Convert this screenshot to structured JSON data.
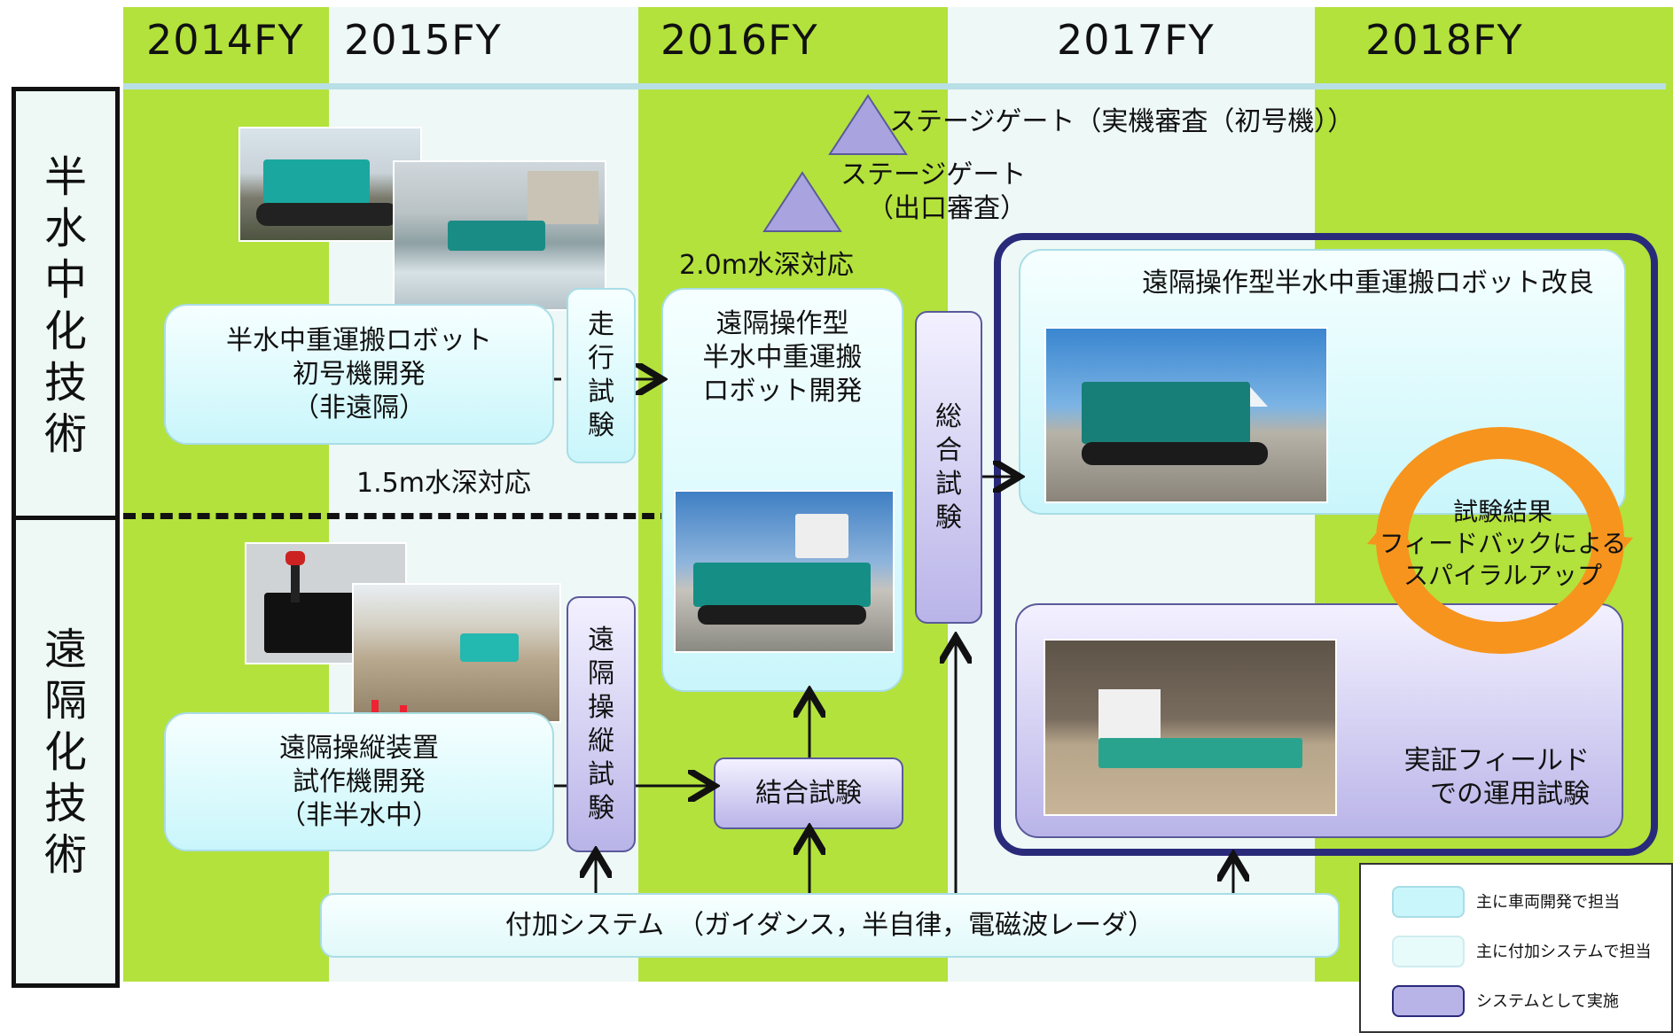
{
  "years": [
    "2014FY",
    "2015FY",
    "2016FY",
    "2017FY",
    "2018FY"
  ],
  "rows": {
    "top": "半水中化技術",
    "bottom": "遠隔化技術"
  },
  "milestones": {
    "stage_gate_1": "ステージゲート（実機審査（初号機））",
    "stage_gate_2_line1": "ステージゲート",
    "stage_gate_2_line2": "（出口審査）",
    "depth_20": "2.0m水深対応",
    "depth_15": "1.5m水深対応"
  },
  "boxes": {
    "robot_first": [
      "半水中重運搬ロボット",
      "初号機開発",
      "（非遠隔）"
    ],
    "travel_test": "走行試験",
    "remote_robot": [
      "遠隔操作型",
      "半水中重運搬",
      "ロボット開発"
    ],
    "integrated_test": "総合試験",
    "improvement": "遠隔操作型半水中重運搬ロボット改良",
    "spiral": [
      "試験結果",
      "フィードバックによる",
      "スパイラルアップ"
    ],
    "field_test": [
      "実証フィールド",
      "での運用試験"
    ],
    "remote_device": [
      "遠隔操縦装置",
      "試作機開発",
      "（非半水中）"
    ],
    "remote_control_test": "遠隔操縦試験",
    "coupling_test": "結合試験",
    "additional_system": "付加システム　（ガイダンス，半自律，電磁波レーダ）"
  },
  "legend": [
    {
      "label": "主に車両開発で担当",
      "color": "#c9f6fb"
    },
    {
      "label": "主に付加システムで担当",
      "color": "#e8fbfb"
    },
    {
      "label": "システムとして実施",
      "color": "#b9b4e8"
    }
  ],
  "colors": {
    "green_band": "#b3e23c",
    "light_band": "#eef8f6",
    "navy_frame": "#2a2a7a",
    "orange": "#f7941d",
    "purple": "#a9a3e0"
  }
}
